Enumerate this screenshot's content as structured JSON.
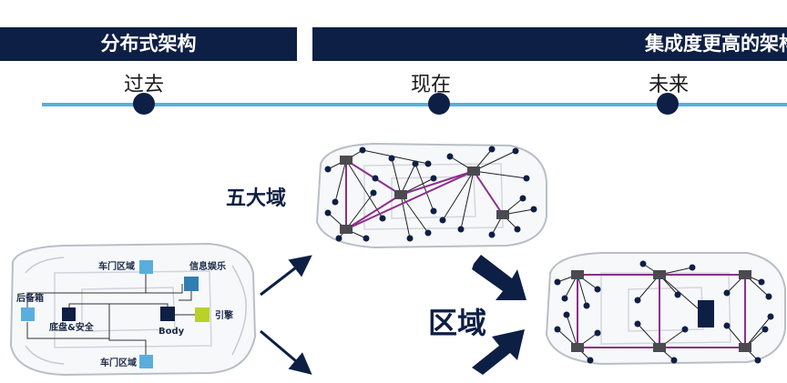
{
  "banners": {
    "left": "分布式架构",
    "right": "集成度更高的架构"
  },
  "timeline": {
    "past": "过去",
    "present": "现在",
    "future": "未来"
  },
  "labels": {
    "five_domains": "五大域",
    "zone": "区域"
  },
  "car_parts": {
    "door_top": "车门区域",
    "door_bottom": "车门区域",
    "infotainment": "信息娱乐",
    "trunk": "后备箱",
    "chassis_safety": "底盘&安全",
    "body": "Body",
    "engine": "引擎"
  },
  "colors": {
    "navy": "#0e1f45",
    "light_blue": "#5aaedc",
    "teal": "#2f7fb0",
    "lime": "#b9d22a",
    "purple": "#8c2f8c"
  }
}
